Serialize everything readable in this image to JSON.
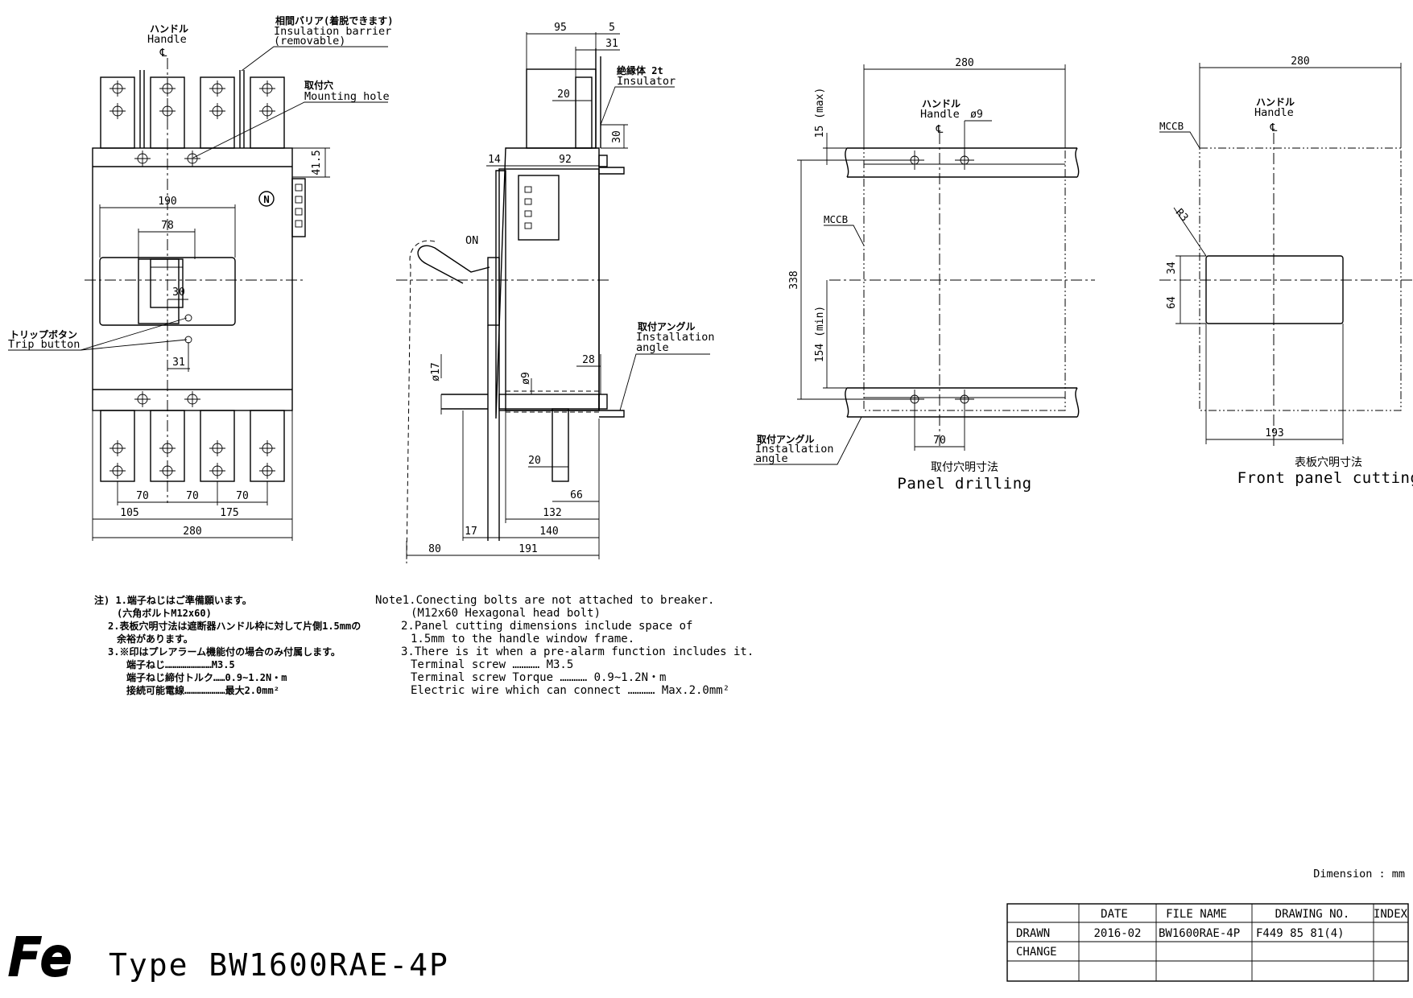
{
  "front_view": {
    "handle_jp": "ハンドル",
    "handle_en": "Handle",
    "cl_mark": "℄",
    "barrier_jp": "相間バリア(着脱できます)",
    "barrier_en": "Insulation barrier",
    "barrier_en2": "(removable)",
    "mount_jp": "取付穴",
    "mount_en": "Mounting hole",
    "trip_jp": "トリップボタン",
    "trip_en": "Trip button",
    "n_mark": "N",
    "dims": {
      "d190": "190",
      "d78": "78",
      "d30": "30",
      "d31": "31",
      "d41_5": "41.5",
      "d70a": "70",
      "d70b": "70",
      "d70c": "70",
      "d105": "105",
      "d175": "175",
      "d280": "280"
    }
  },
  "side_view": {
    "insulator_jp": "絶縁体 2t",
    "insulator_en": "Insulator",
    "on_label": "ON",
    "angle_jp": "取付アングル",
    "angle_en": "Installation",
    "angle_en2": "angle",
    "dims": {
      "d95": "95",
      "d5": "5",
      "d31": "31",
      "d20a": "20",
      "d30": "30",
      "d14": "14",
      "d92": "92",
      "d17dia": "ø17",
      "d9dia": "ø9",
      "d28": "28",
      "d20b": "20",
      "d66": "66",
      "d132": "132",
      "d17": "17",
      "d140": "140",
      "d80": "80",
      "d191": "191"
    }
  },
  "panel_drilling": {
    "handle_jp": "ハンドル",
    "handle_en": "Handle",
    "cl_mark": "℄",
    "mccb": "MCCB",
    "angle_jp": "取付アングル",
    "angle_en": "Installation",
    "angle_en2": "angle",
    "caption_jp": "取付穴明寸法",
    "caption_en": "Panel drilling",
    "dims": {
      "d280": "280",
      "d9dia": "ø9",
      "d15max": "15 (max)",
      "d338": "338",
      "d154min": "154 (min)",
      "d70": "70"
    }
  },
  "front_panel": {
    "handle_jp": "ハンドル",
    "handle_en": "Handle",
    "cl_mark": "℄",
    "mccb": "MCCB",
    "caption_jp": "表板穴明寸法",
    "caption_en": "Front panel cutting",
    "dims": {
      "d280": "280",
      "r3": "R3",
      "d34": "34",
      "d64": "64",
      "d193": "193"
    }
  },
  "notes_jp": [
    "注) 1.端子ねじはご準備願います。",
    "(六角ボルトM12x60)",
    "2.表板穴明寸法は遮断器ハンドル枠に対して片側1.5mmの",
    "余裕があります。",
    "3.※印はプレアラーム機能付の場合のみ付属します。",
    "端子ねじ……………………M3.5",
    "端子ねじ締付トルク……0.9~1.2N・m",
    "接続可能電線…………………最大2.0mm²"
  ],
  "notes_en": [
    "Note1.Conecting bolts are not attached to breaker.",
    "(M12x60 Hexagonal head bolt)",
    "2.Panel cutting dimensions include space of",
    "1.5mm to the handle window frame.",
    "3.There is it when a pre-alarm function includes it.",
    "Terminal screw ………… M3.5",
    "Terminal screw Torque ………… 0.9~1.2N・m",
    "Electric wire which can connect ………… Max.2.0mm²"
  ],
  "dimension_unit": "Dimension : mm",
  "logo_text": "Fe",
  "type_label": "Type BW1600RAE-4P",
  "title_block": {
    "headers": [
      "",
      "DATE",
      "FILE NAME",
      "DRAWING NO.",
      "INDEX"
    ],
    "rows": [
      [
        "DRAWN",
        "2016-02",
        "BW1600RAE-4P",
        "F449 85 81(4)",
        ""
      ],
      [
        "CHANGE",
        "",
        "",
        "",
        ""
      ],
      [
        "",
        "",
        "",
        "",
        ""
      ]
    ]
  }
}
